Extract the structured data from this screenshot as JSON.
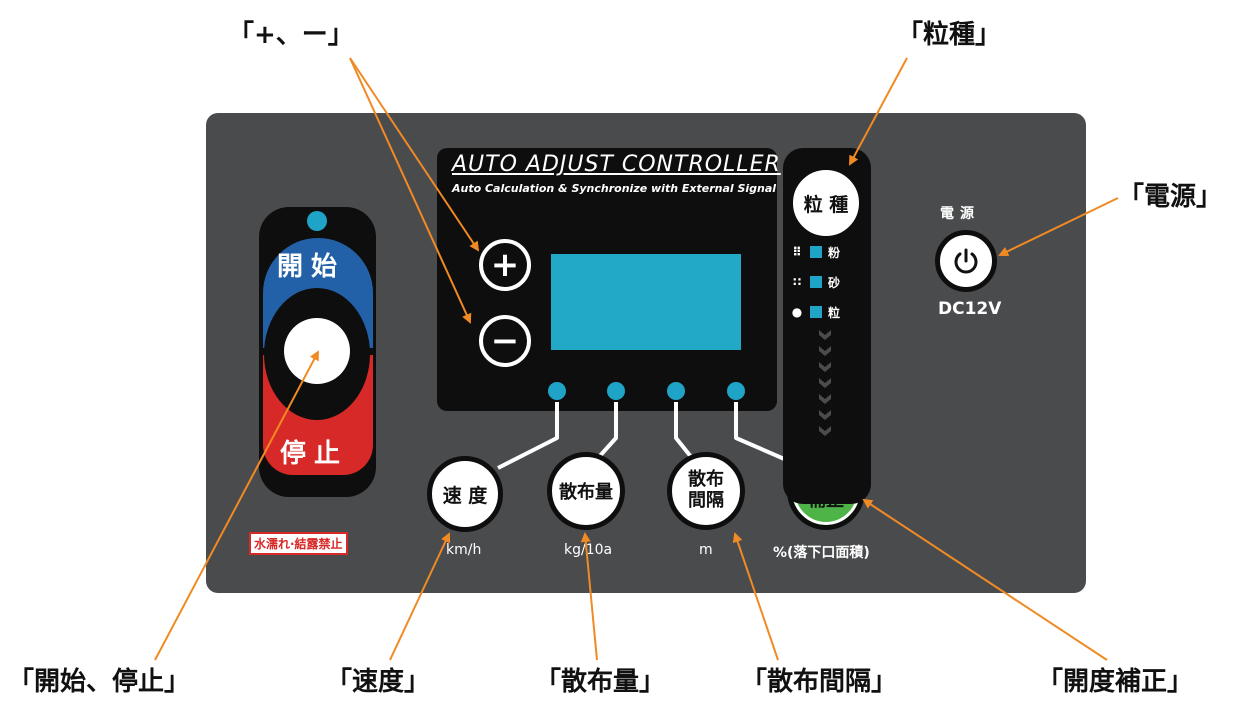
{
  "callouts": {
    "plus_minus": "「+、ー」",
    "grain_type": "「粒種」",
    "power": "「電源」",
    "start_stop": "「開始、停止」",
    "speed": "「速度」",
    "spread_amount": "「散布量」",
    "spread_interval": "「散布間隔」",
    "opening_correction": "「開度補正」"
  },
  "controller": {
    "title": "AUTO ADJUST CONTROLLER",
    "subtitle": "Auto Calculation & Synchronize with External Signal"
  },
  "buttons": {
    "plus": "+",
    "minus": "−",
    "start": "開始",
    "stop": "停止",
    "grain_type": "粒 種",
    "speed": "速 度",
    "spread_amount": "散布量",
    "spread_interval": "散布\n間隔",
    "opening_correction": "開度\n補正"
  },
  "units": {
    "speed": "km/h",
    "spread_amount": "kg/10a",
    "spread_interval": "m",
    "opening_correction": "%(落下口面積)"
  },
  "grain_legend": [
    {
      "icon": "fine-dots-icon",
      "glyph": "⠿",
      "label": "粉"
    },
    {
      "icon": "four-dots-icon",
      "glyph": "∷",
      "label": "砂"
    },
    {
      "icon": "single-dot-icon",
      "glyph": "●",
      "label": "粒"
    }
  ],
  "power": {
    "label": "電源",
    "voltage": "DC12V"
  },
  "warning": "水濡れ·結露禁止",
  "colors": {
    "panel": "#4a4b4d",
    "display": "#22a9c8",
    "led": "#1fa3c6",
    "start": "#2261a8",
    "stop": "#d72927",
    "correction_button": "#4fb448",
    "callout_line": "#f08a24"
  }
}
